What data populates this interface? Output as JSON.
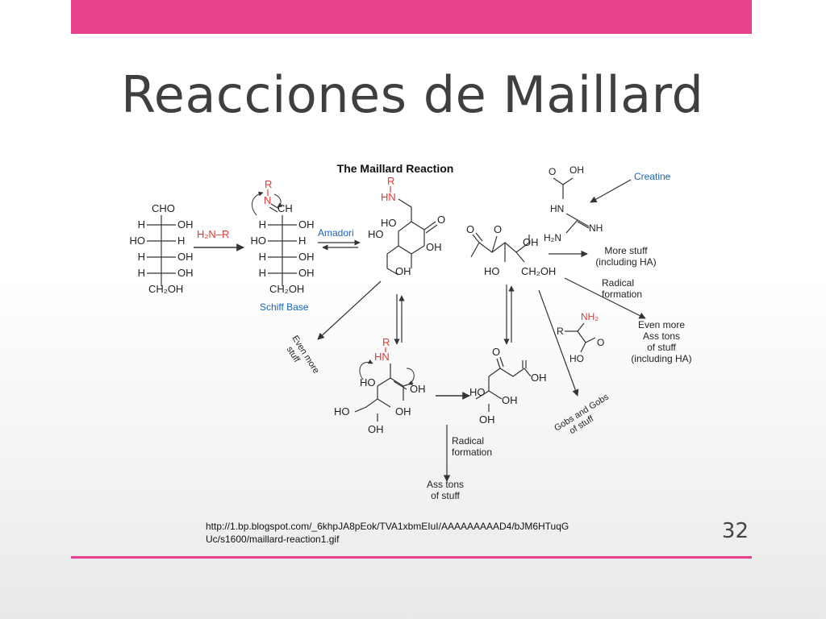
{
  "slide": {
    "title": "Reacciones de Maillard",
    "source_url_line1": "http://1.bp.blogspot.com/_6khpJA8pEok/TVA1xbmEIuI/AAAAAAAAAD4/bJM6HTuqG",
    "source_url_line2": "Uc/s1600/maillard-reaction1.gif",
    "page_number": "32",
    "accent_color": "#e8428f"
  },
  "diagram": {
    "title": "The Maillard Reaction",
    "sugar": {
      "top": "CHO",
      "rows": [
        [
          "H",
          "OH"
        ],
        [
          "HO",
          "H"
        ],
        [
          "H",
          "OH"
        ],
        [
          "H",
          "OH"
        ]
      ],
      "bottom": "CH₂OH"
    },
    "amine_reagent": "H₂N–R",
    "schiff_base": {
      "r": "R",
      "n": "N",
      "ch": "CH",
      "rows": [
        [
          "H",
          "OH"
        ],
        [
          "HO",
          "H"
        ],
        [
          "H",
          "OH"
        ],
        [
          "H",
          "OH"
        ]
      ],
      "bottom": "CH₂OH",
      "label": "Schiff Base"
    },
    "amadori_label": "Amadori",
    "amadori_product": {
      "r": "R",
      "hn": "HN",
      "o": "O",
      "ho1": "HO",
      "ho2": "HO",
      "oh": "OH",
      "oh2": "OH"
    },
    "dicarbonyl": {
      "o1": "O",
      "o2": "O",
      "oh": "OH",
      "ho": "HO",
      "ch2oh": "CH₂OH"
    },
    "creatine_struct": {
      "o": "O",
      "oh": "OH",
      "hn": "HN",
      "nh": "NH",
      "h2n": "H₂N"
    },
    "creatine_label": "Creatine",
    "more_stuff": [
      "More stuff",
      "(including HA)"
    ],
    "radical_formation_1": [
      "Radical",
      "formation"
    ],
    "amino_acid": {
      "nh2": "NH₂",
      "r": "R",
      "o": "O",
      "ho": "HO"
    },
    "even_more_ass_tons": [
      "Even more",
      "Ass tons",
      "of stuff",
      "(including HA)"
    ],
    "gobs_label": [
      "Gobs and Gobs",
      "of stuff"
    ],
    "even_more_stuff": [
      "Even more",
      "stuff"
    ],
    "enaminol": {
      "r": "R",
      "hn": "HN",
      "ho": "HO",
      "oh": "OH",
      "ho2": "HO",
      "oh2": "OH",
      "oh3": "OH"
    },
    "deoxyosone": {
      "o": "O",
      "oh": "OH",
      "ho": "HO",
      "oh2": "OH",
      "oh3": "OH"
    },
    "radical_formation_2": [
      "Radical",
      "formation"
    ],
    "ass_tons": [
      "Ass tons",
      "of stuff"
    ]
  }
}
